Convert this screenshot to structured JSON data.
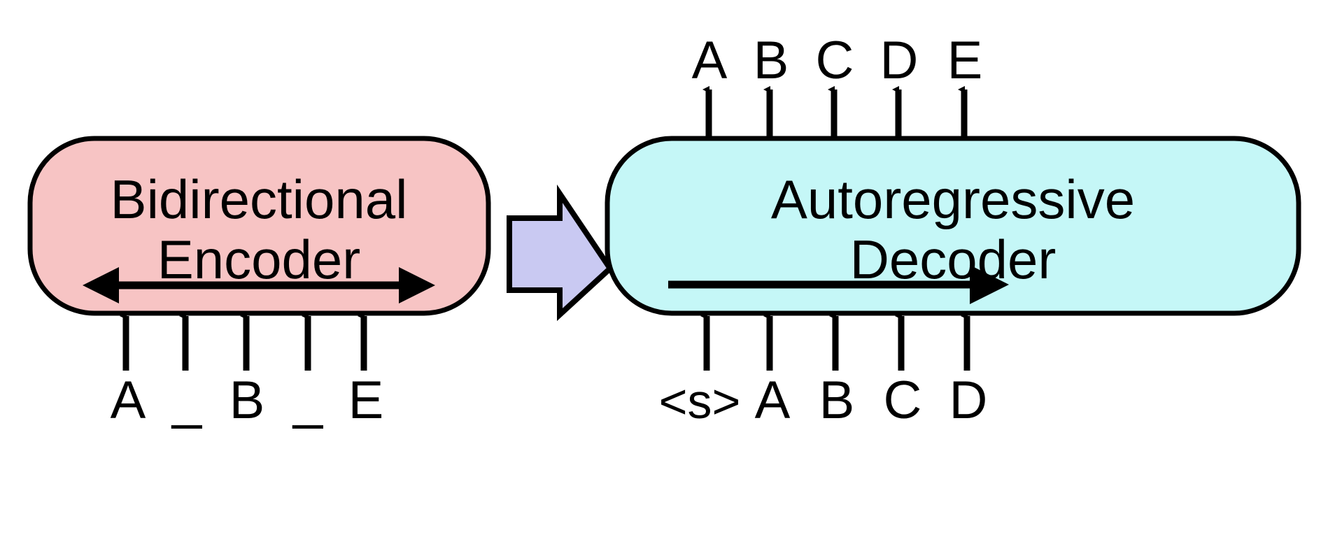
{
  "diagram": {
    "title": "Bidirectional Encoder / Autoregressive Decoder",
    "background_color": "#ffffff",
    "stroke_color": "#000000"
  },
  "encoder": {
    "line1": "Bidirectional",
    "line2": "Encoder",
    "fill_color": "#f7c4c4",
    "inner_arrow": "bidirectional-arrow",
    "inputs": [
      "A",
      "_",
      "B",
      "_",
      "E"
    ]
  },
  "bridge": {
    "icon": "block-arrow-right",
    "fill_color": "#c9c9f2"
  },
  "decoder": {
    "line1": "Autoregressive",
    "line2": "Decoder",
    "fill_color": "#c5f7f7",
    "inner_arrow": "rightward-arrow",
    "inputs": [
      "<s>",
      "A",
      "B",
      "C",
      "D"
    ],
    "outputs": [
      "A",
      "B",
      "C",
      "D",
      "E"
    ]
  }
}
